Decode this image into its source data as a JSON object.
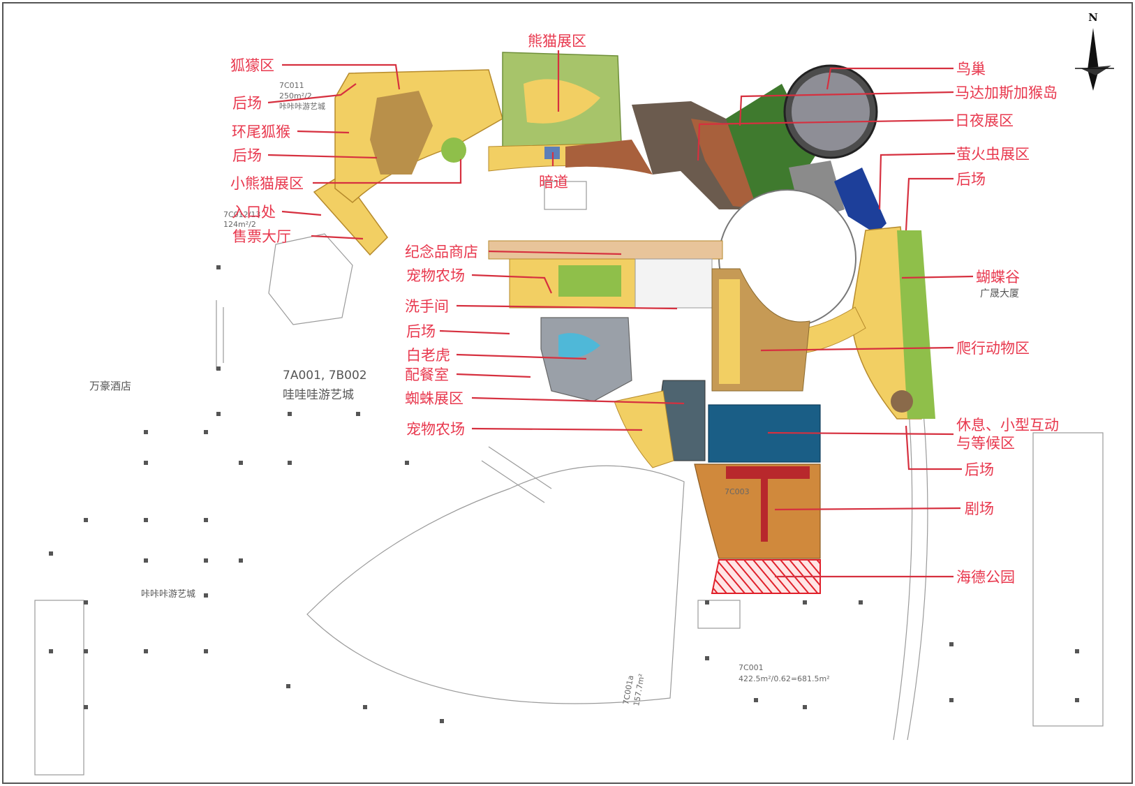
{
  "labels": {
    "fox_area": "狐獴区",
    "backstage_1": "后场",
    "ring_lemur": "环尾狐猴",
    "backstage_2": "后场",
    "red_panda": "小熊猫展区",
    "entrance": "入口处",
    "ticket_hall": "售票大厅",
    "panda": "熊猫展区",
    "tunnel": "暗道",
    "souvenir": "纪念品商店",
    "pet_farm_1": "宠物农场",
    "restroom": "洗手间",
    "backstage_3": "后场",
    "white_tiger": "白老虎",
    "kitchen": "配餐室",
    "spider": "蜘蛛展区",
    "pet_farm_2": "宠物农场",
    "bird_nest": "鸟巢",
    "madagascar": "马达加斯加猴岛",
    "day_night": "日夜展区",
    "firefly": "萤火虫展区",
    "backstage_4": "后场",
    "butterfly": "蝴蝶谷",
    "reptile": "爬行动物区",
    "rest_line1": "休息、小型互动",
    "rest_line2": "与等候区",
    "backstage_5": "后场",
    "theater": "剧场",
    "hyde_park": "海德公园"
  },
  "plan_text": {
    "unit_7c011": "7C011",
    "area_7c011": "250m²/2",
    "name_7c011": "咔咔咔游艺城",
    "unit_7c012": "7C012/13",
    "area_7c012": "124m²/2",
    "unit_main": "7A001, 7B002",
    "name_main": "哇哇哇游艺城",
    "hotel": "万豪酒店",
    "mall": "广晟大厦",
    "arcade": "咔咔咔游艺城",
    "unit_7c001": "7C001",
    "area_7c001": "422.5m²/0.62=681.5m²",
    "unit_7c003": "7C003",
    "unit_7c001a": "7C001a",
    "area_7c001a": "157.7m²",
    "compass_n": "N"
  },
  "colors": {
    "label": "#e8384e",
    "leader": "#d6303f",
    "yellow": "#f2cf63",
    "green": "#8fbf4a",
    "darkgreen": "#3f7a2e",
    "brown": "#a8603c",
    "blue": "#1a5e86",
    "orange": "#d0893c",
    "grey": "#8b8b8b"
  }
}
